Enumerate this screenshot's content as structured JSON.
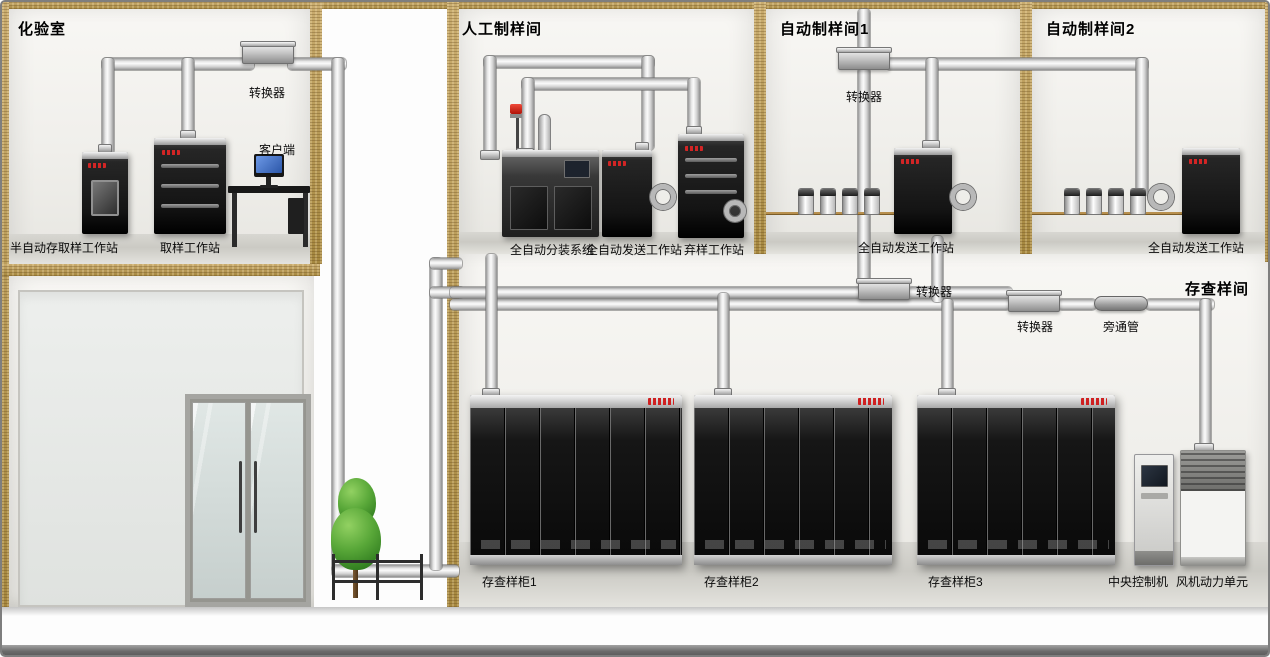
{
  "rooms": {
    "lab": {
      "title": "化验室",
      "converter_label": "转换器",
      "station1_label": "半自动存取样工作站",
      "station2_label": "取样工作站",
      "client_label": "客户端"
    },
    "manual": {
      "title": "人工制样间",
      "station1_label": "全自动分装系统",
      "station2_label": "全自动发送工作站",
      "station3_label": "弃样工作站"
    },
    "auto1": {
      "title": "自动制样间1",
      "converter_label": "转换器",
      "station_label": "全自动发送工作站"
    },
    "auto2": {
      "title": "自动制样间2",
      "station_label": "全自动发送工作站"
    },
    "storage": {
      "title": "存查样间",
      "converter1_label": "转换器",
      "converter2_label": "转换器",
      "bypass_label": "旁通管",
      "cabinet1_label": "存查样柜1",
      "cabinet2_label": "存查样柜2",
      "cabinet3_label": "存查样柜3",
      "control_label": "中央控制机",
      "fan_label": "风机动力单元"
    }
  },
  "colors": {
    "wall_wood": "#b89a5e",
    "pipe_silver": "#d9d9d9",
    "cabinet_black": "#141414",
    "accent_red": "#cf2020",
    "screen_blue": "#2b56a8"
  }
}
